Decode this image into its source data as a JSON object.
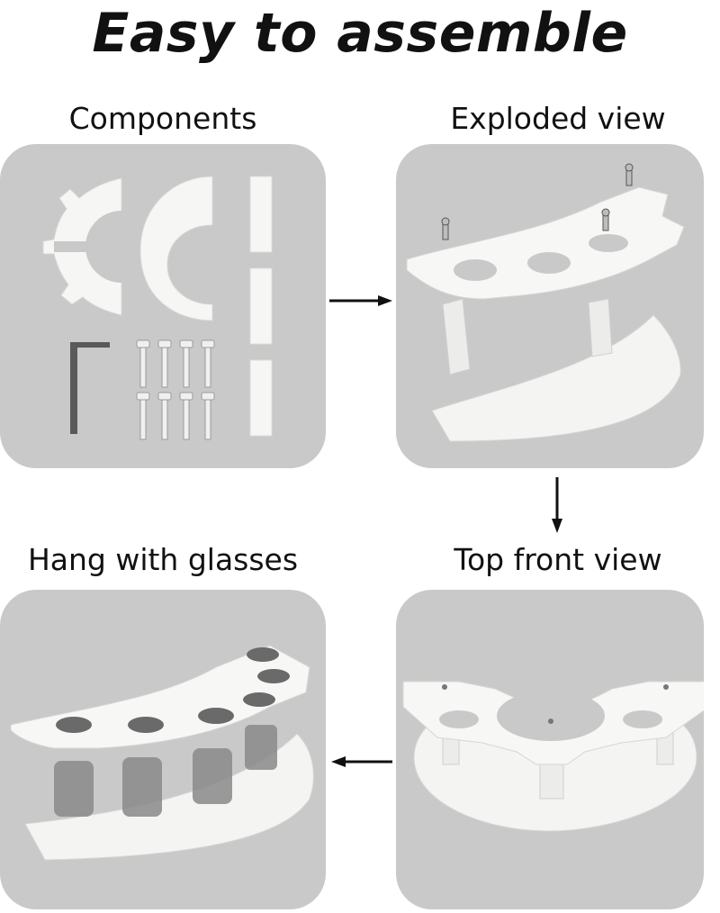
{
  "title": "Easy to assemble",
  "panels": {
    "components": {
      "caption": "Components"
    },
    "exploded": {
      "caption": "Exploded view"
    },
    "top_front": {
      "caption": "Top front view"
    },
    "hang": {
      "caption": "Hang with glasses"
    }
  },
  "colors": {
    "panel_bg": "#c9c9c9",
    "wood": "#f4f4f2",
    "arrow": "#111111"
  }
}
